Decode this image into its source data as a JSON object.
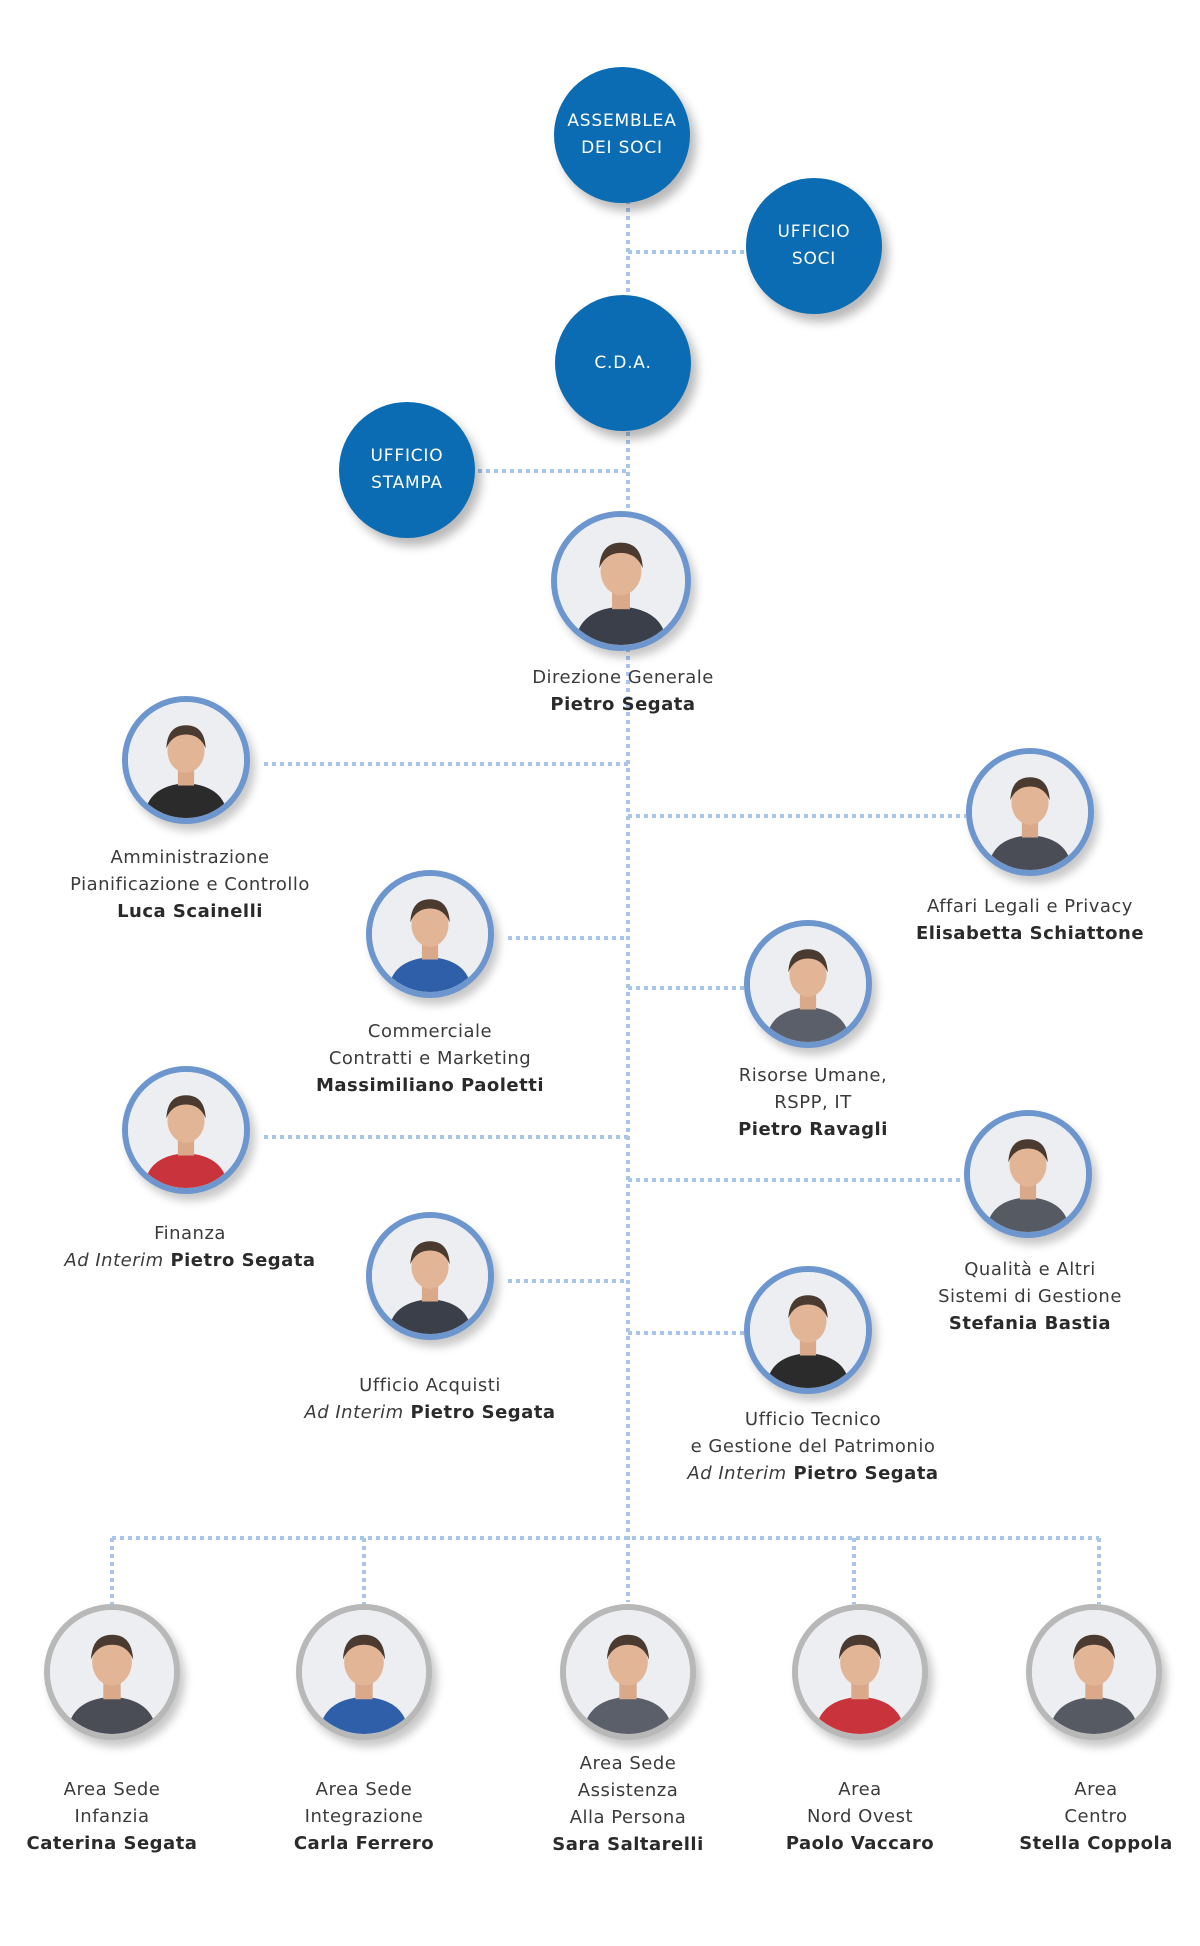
{
  "colors": {
    "circle_blue": "#0b6cb3",
    "photo_ring_blue": "#6d96cf",
    "photo_ring_gray": "#b8b8b8",
    "connector": "#a9c6ea"
  },
  "governance": {
    "assemblea": "ASSEMBLEA\nDEI SOCI",
    "ufficio_soci": "UFFICIO\nSOCI",
    "cda": "C.D.A.",
    "ufficio_stampa": "UFFICIO\nSTAMPA"
  },
  "ad_interim_label": "Ad Interim",
  "direzione": {
    "role": [
      "Direzione Generale"
    ],
    "name": "Pietro Segata"
  },
  "staff": {
    "amministrazione": {
      "role": [
        "Amministrazione",
        "Pianificazione e Controllo"
      ],
      "name": "Luca Scainelli"
    },
    "affari_legali": {
      "role": [
        "Affari Legali e Privacy"
      ],
      "name": "Elisabetta Schiattone"
    },
    "commerciale": {
      "role": [
        "Commerciale",
        "Contratti e Marketing"
      ],
      "name": "Massimiliano Paoletti"
    },
    "risorse_umane": {
      "role": [
        "Risorse Umane,",
        "RSPP, IT"
      ],
      "name": "Pietro Ravagli"
    },
    "finanza": {
      "role": [
        "Finanza"
      ],
      "name": "Pietro Segata"
    },
    "qualita": {
      "role": [
        "Qualità e Altri",
        "Sistemi di Gestione"
      ],
      "name": "Stefania Bastia"
    },
    "acquisti": {
      "role": [
        "Ufficio Acquisti"
      ],
      "name": "Pietro Segata"
    },
    "tecnico": {
      "role": [
        "Ufficio Tecnico",
        "e Gestione del Patrimonio"
      ],
      "name": "Pietro Segata"
    }
  },
  "areas": {
    "infanzia": {
      "role": [
        "Area Sede",
        "Infanzia"
      ],
      "name": "Caterina Segata"
    },
    "integrazione": {
      "role": [
        "Area Sede",
        "Integrazione"
      ],
      "name": "Carla Ferrero"
    },
    "assistenza": {
      "role": [
        "Area Sede",
        "Assistenza",
        "Alla Persona"
      ],
      "name": "Sara Saltarelli"
    },
    "nord_ovest": {
      "role": [
        "Area",
        "Nord Ovest"
      ],
      "name": "Paolo Vaccaro"
    },
    "centro": {
      "role": [
        "Area",
        "Centro"
      ],
      "name": "Stella Coppola"
    }
  }
}
